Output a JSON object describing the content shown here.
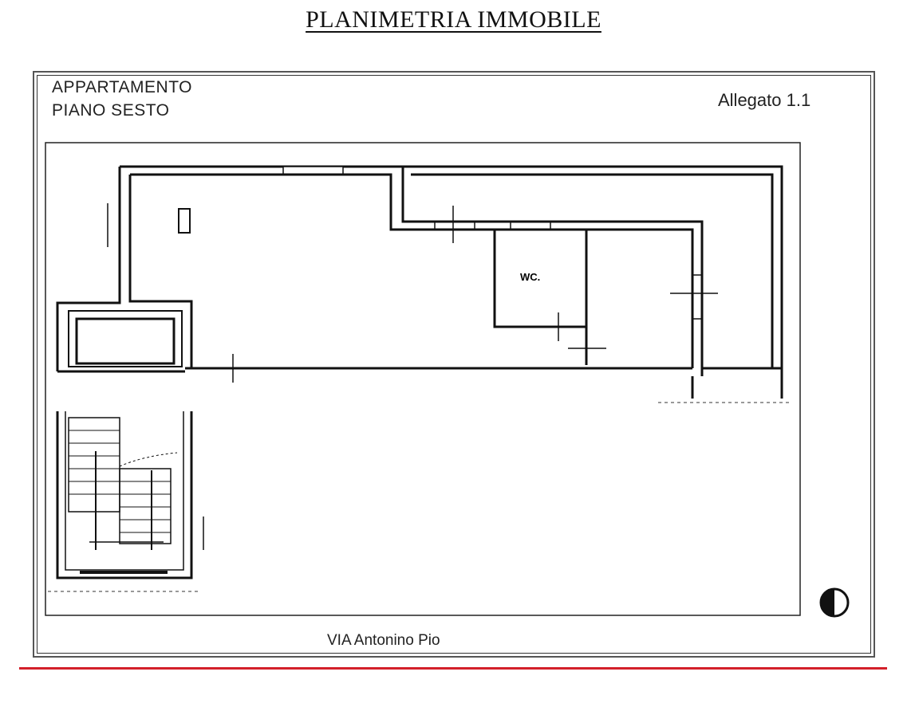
{
  "title": "PLANIMETRIA IMMOBILE",
  "header": {
    "line1": "APPARTAMENTO",
    "line2": "PIANO SESTO",
    "allegato": "Allegato 1.1"
  },
  "plan": {
    "room_label": "WC."
  },
  "street": "VIA Antonino Pio",
  "colors": {
    "accent_line": "#d3202a",
    "ink": "#111111"
  }
}
